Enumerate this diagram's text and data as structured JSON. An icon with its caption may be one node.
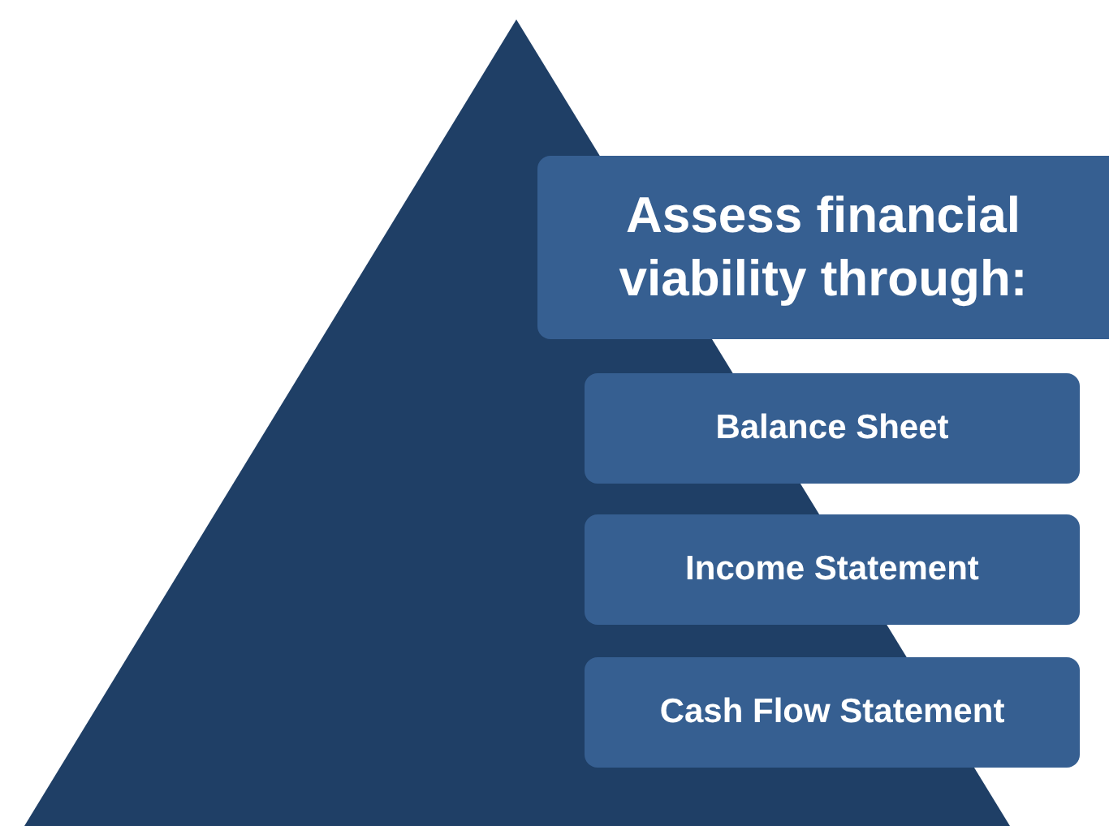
{
  "diagram": {
    "nodes": [
      {
        "text": [
          "Assess financial viability through:"
        ]
      },
      {
        "text": [
          "Balance Sheet"
        ]
      },
      {
        "text": [
          "Income Statement"
        ]
      },
      {
        "text": [
          "Cash Flow Statement"
        ]
      }
    ]
  }
}
